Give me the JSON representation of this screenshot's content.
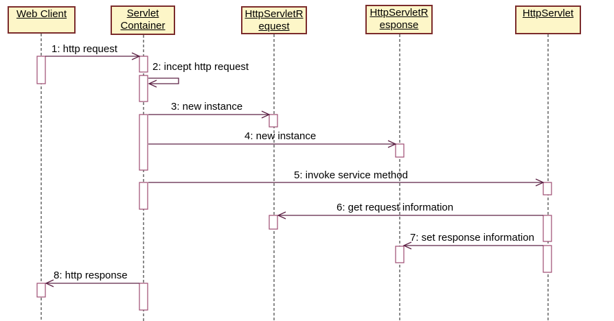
{
  "diagram": {
    "type": "uml-sequence-diagram",
    "background": "#ffffff"
  },
  "colors": {
    "actor_fill": "#fdf6c8",
    "actor_border": "#7b2b2b",
    "message_line": "#5c2144",
    "activation_border": "#9c4a70",
    "lifeline": "#161616",
    "text": "#000000"
  },
  "actors": [
    {
      "id": "web-client",
      "name": "Web Client",
      "lines": [
        "Web Client"
      ]
    },
    {
      "id": "servlet-container",
      "name": "Servlet Container",
      "lines": [
        "Servlet",
        "Container"
      ]
    },
    {
      "id": "http-servlet-request",
      "name": "HttpServletRequest",
      "lines": [
        "HttpServletR",
        "equest"
      ]
    },
    {
      "id": "http-servlet-response",
      "name": "HttpServletResponse",
      "lines": [
        "HttpServletR",
        "esponse"
      ]
    },
    {
      "id": "http-servlet",
      "name": "HttpServlet",
      "lines": [
        "HttpServlet"
      ]
    }
  ],
  "messages": [
    {
      "num": 1,
      "label": "1: http request",
      "from": "web-client",
      "to": "servlet-container",
      "direction": "right"
    },
    {
      "num": 2,
      "label": "2: incept http request",
      "from": "servlet-container",
      "to": "servlet-container",
      "direction": "self"
    },
    {
      "num": 3,
      "label": "3: new instance",
      "from": "servlet-container",
      "to": "http-servlet-request",
      "direction": "right"
    },
    {
      "num": 4,
      "label": "4: new instance",
      "from": "servlet-container",
      "to": "http-servlet-response",
      "direction": "right"
    },
    {
      "num": 5,
      "label": "5: invoke service method",
      "from": "servlet-container",
      "to": "http-servlet",
      "direction": "right"
    },
    {
      "num": 6,
      "label": "6: get request information",
      "from": "http-servlet",
      "to": "http-servlet-request",
      "direction": "left"
    },
    {
      "num": 7,
      "label": "7: set response information",
      "from": "http-servlet",
      "to": "http-servlet-response",
      "direction": "left"
    },
    {
      "num": 8,
      "label": "8: http response",
      "from": "servlet-container",
      "to": "web-client",
      "direction": "left"
    }
  ]
}
